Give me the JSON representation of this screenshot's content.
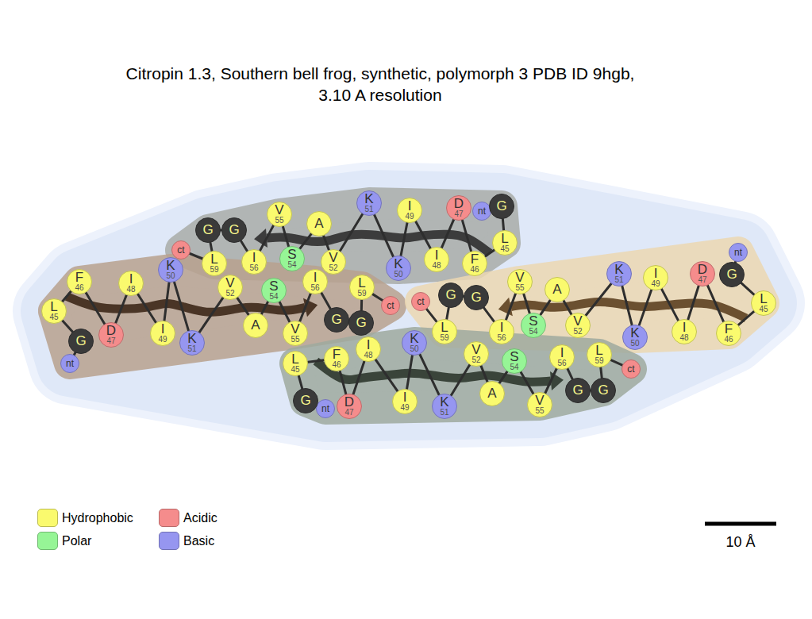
{
  "diagram": {
    "title": "Citropin 1.3, Southern bell frog, synthetic, polymorph 3 PDB ID 9hgb, 3.10 A resolution",
    "nodes": [
      {
        "text": [
          "nt"
        ]
      },
      {
        "text": [
          "G"
        ]
      },
      {
        "text": [
          "L",
          "45"
        ]
      },
      {
        "text": [
          "F",
          "46"
        ]
      },
      {
        "text": [
          "D",
          "47"
        ]
      },
      {
        "text": [
          "I",
          "48"
        ]
      },
      {
        "text": [
          "I",
          "49"
        ]
      },
      {
        "text": [
          "K",
          "50"
        ]
      },
      {
        "text": [
          "K",
          "51"
        ]
      },
      {
        "text": [
          "V",
          "52"
        ]
      },
      {
        "text": [
          "A"
        ]
      },
      {
        "text": [
          "S",
          "54"
        ]
      },
      {
        "text": [
          "V",
          "55"
        ]
      },
      {
        "text": [
          "I",
          "56"
        ]
      },
      {
        "text": [
          "G"
        ]
      },
      {
        "text": [
          "G"
        ]
      },
      {
        "text": [
          "L",
          "59"
        ]
      },
      {
        "text": [
          "ct"
        ]
      },
      {
        "text": [
          "nt"
        ]
      },
      {
        "text": [
          "G"
        ]
      },
      {
        "text": [
          "L",
          "45"
        ]
      },
      {
        "text": [
          "F",
          "46"
        ]
      },
      {
        "text": [
          "D",
          "47"
        ]
      },
      {
        "text": [
          "I",
          "48"
        ]
      },
      {
        "text": [
          "I",
          "49"
        ]
      },
      {
        "text": [
          "K",
          "50"
        ]
      },
      {
        "text": [
          "K",
          "51"
        ]
      },
      {
        "text": [
          "V",
          "52"
        ]
      },
      {
        "text": [
          "A"
        ]
      },
      {
        "text": [
          "S",
          "54"
        ]
      },
      {
        "text": [
          "V",
          "55"
        ]
      },
      {
        "text": [
          "I",
          "56"
        ]
      },
      {
        "text": [
          "G"
        ]
      },
      {
        "text": [
          "G"
        ]
      },
      {
        "text": [
          "L",
          "59"
        ]
      },
      {
        "text": [
          "ct"
        ]
      },
      {
        "text": [
          "nt"
        ]
      },
      {
        "text": [
          "G"
        ]
      },
      {
        "text": [
          "L",
          "45"
        ]
      },
      {
        "text": [
          "F",
          "46"
        ]
      },
      {
        "text": [
          "D",
          "47"
        ]
      },
      {
        "text": [
          "I",
          "48"
        ]
      },
      {
        "text": [
          "I",
          "49"
        ]
      },
      {
        "text": [
          "K",
          "50"
        ]
      },
      {
        "text": [
          "K",
          "51"
        ]
      },
      {
        "text": [
          "V",
          "52"
        ]
      },
      {
        "text": [
          "A"
        ]
      },
      {
        "text": [
          "S",
          "54"
        ]
      },
      {
        "text": [
          "V",
          "55"
        ]
      },
      {
        "text": [
          "I",
          "56"
        ]
      },
      {
        "text": [
          "G"
        ]
      },
      {
        "text": [
          "G"
        ]
      },
      {
        "text": [
          "L",
          "59"
        ]
      },
      {
        "text": [
          "ct"
        ]
      },
      {
        "text": [
          "nt"
        ]
      },
      {
        "text": [
          "G"
        ]
      },
      {
        "text": [
          "L",
          "45"
        ]
      },
      {
        "text": [
          "F",
          "46"
        ]
      },
      {
        "text": [
          "D",
          "47"
        ]
      },
      {
        "text": [
          "I",
          "48"
        ]
      },
      {
        "text": [
          "I",
          "49"
        ]
      },
      {
        "text": [
          "K",
          "50"
        ]
      },
      {
        "text": [
          "K",
          "51"
        ]
      },
      {
        "text": [
          "V",
          "52"
        ]
      },
      {
        "text": [
          "A"
        ]
      },
      {
        "text": [
          "S",
          "54"
        ]
      },
      {
        "text": [
          "V",
          "55"
        ]
      },
      {
        "text": [
          "I",
          "56"
        ]
      },
      {
        "text": [
          "G"
        ]
      },
      {
        "text": [
          "G"
        ]
      },
      {
        "text": [
          "L",
          "59"
        ]
      },
      {
        "text": [
          "ct"
        ]
      }
    ],
    "edges": [
      {
        "from": 0,
        "to": 1,
        "arrow": "none"
      },
      {
        "from": 1,
        "to": 2,
        "arrow": "none"
      },
      {
        "from": 2,
        "to": 3,
        "arrow": "none"
      },
      {
        "from": 3,
        "to": 4,
        "arrow": "none"
      },
      {
        "from": 4,
        "to": 5,
        "arrow": "none"
      },
      {
        "from": 5,
        "to": 6,
        "arrow": "none"
      },
      {
        "from": 6,
        "to": 7,
        "arrow": "none"
      },
      {
        "from": 7,
        "to": 8,
        "arrow": "none"
      },
      {
        "from": 8,
        "to": 9,
        "arrow": "none"
      },
      {
        "from": 9,
        "to": 10,
        "arrow": "none"
      },
      {
        "from": 10,
        "to": 11,
        "arrow": "none"
      },
      {
        "from": 11,
        "to": 12,
        "arrow": "none"
      },
      {
        "from": 12,
        "to": 13,
        "arrow": "none"
      },
      {
        "from": 13,
        "to": 14,
        "arrow": "none"
      },
      {
        "from": 14,
        "to": 15,
        "arrow": "none"
      },
      {
        "from": 15,
        "to": 16,
        "arrow": "none"
      },
      {
        "from": 16,
        "to": 17,
        "arrow": "none"
      },
      {
        "from": 18,
        "to": 19,
        "arrow": "none"
      },
      {
        "from": 19,
        "to": 20,
        "arrow": "none"
      },
      {
        "from": 20,
        "to": 21,
        "arrow": "none"
      },
      {
        "from": 21,
        "to": 22,
        "arrow": "none"
      },
      {
        "from": 22,
        "to": 23,
        "arrow": "none"
      },
      {
        "from": 23,
        "to": 24,
        "arrow": "none"
      },
      {
        "from": 24,
        "to": 25,
        "arrow": "none"
      },
      {
        "from": 25,
        "to": 26,
        "arrow": "none"
      },
      {
        "from": 26,
        "to": 27,
        "arrow": "none"
      },
      {
        "from": 27,
        "to": 28,
        "arrow": "none"
      },
      {
        "from": 28,
        "to": 29,
        "arrow": "none"
      },
      {
        "from": 29,
        "to": 30,
        "arrow": "none"
      },
      {
        "from": 30,
        "to": 31,
        "arrow": "none"
      },
      {
        "from": 31,
        "to": 32,
        "arrow": "none"
      },
      {
        "from": 32,
        "to": 33,
        "arrow": "none"
      },
      {
        "from": 33,
        "to": 34,
        "arrow": "none"
      },
      {
        "from": 34,
        "to": 35,
        "arrow": "none"
      },
      {
        "from": 36,
        "to": 37,
        "arrow": "none"
      },
      {
        "from": 37,
        "to": 38,
        "arrow": "none"
      },
      {
        "from": 38,
        "to": 39,
        "arrow": "none"
      },
      {
        "from": 39,
        "to": 40,
        "arrow": "none"
      },
      {
        "from": 40,
        "to": 41,
        "arrow": "none"
      },
      {
        "from": 41,
        "to": 42,
        "arrow": "none"
      },
      {
        "from": 42,
        "to": 43,
        "arrow": "none"
      },
      {
        "from": 43,
        "to": 44,
        "arrow": "none"
      },
      {
        "from": 44,
        "to": 45,
        "arrow": "none"
      },
      {
        "from": 45,
        "to": 46,
        "arrow": "none"
      },
      {
        "from": 46,
        "to": 47,
        "arrow": "none"
      },
      {
        "from": 47,
        "to": 48,
        "arrow": "none"
      },
      {
        "from": 48,
        "to": 49,
        "arrow": "none"
      },
      {
        "from": 49,
        "to": 50,
        "arrow": "none"
      },
      {
        "from": 50,
        "to": 51,
        "arrow": "none"
      },
      {
        "from": 51,
        "to": 52,
        "arrow": "none"
      },
      {
        "from": 52,
        "to": 53,
        "arrow": "none"
      },
      {
        "from": 54,
        "to": 55,
        "arrow": "none"
      },
      {
        "from": 55,
        "to": 56,
        "arrow": "none"
      },
      {
        "from": 56,
        "to": 57,
        "arrow": "none"
      },
      {
        "from": 57,
        "to": 58,
        "arrow": "none"
      },
      {
        "from": 58,
        "to": 59,
        "arrow": "none"
      },
      {
        "from": 59,
        "to": 60,
        "arrow": "none"
      },
      {
        "from": 60,
        "to": 61,
        "arrow": "none"
      },
      {
        "from": 61,
        "to": 62,
        "arrow": "none"
      },
      {
        "from": 62,
        "to": 63,
        "arrow": "none"
      },
      {
        "from": 63,
        "to": 64,
        "arrow": "none"
      },
      {
        "from": 64,
        "to": 65,
        "arrow": "none"
      },
      {
        "from": 65,
        "to": 66,
        "arrow": "none"
      },
      {
        "from": 66,
        "to": 67,
        "arrow": "none"
      },
      {
        "from": 67,
        "to": 68,
        "arrow": "none"
      },
      {
        "from": 68,
        "to": 69,
        "arrow": "none"
      },
      {
        "from": 69,
        "to": 70,
        "arrow": "none"
      },
      {
        "from": 70,
        "to": 71,
        "arrow": "none"
      }
    ],
    "labels": [
      "10 Å"
    ],
    "legend": [
      {
        "text": "Hydrophobic",
        "color": "#fafa6e"
      },
      {
        "text": "Acidic",
        "color": "#f58c8c"
      },
      {
        "text": "Polar",
        "color": "#96f596"
      },
      {
        "text": "Basic",
        "color": "#9696f0"
      }
    ]
  }
}
